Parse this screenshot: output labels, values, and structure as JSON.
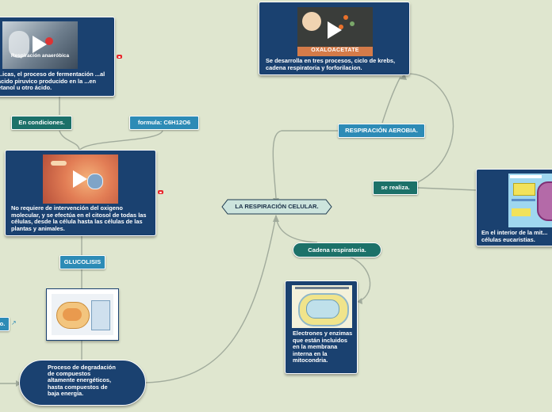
{
  "central": {
    "label": "LA RESPIRACIÓN CELULAR."
  },
  "topics": {
    "anaerobic_video": {
      "title": "Respiración anaeróbica"
    },
    "anaerobic_text": "...icas, el proceso de fermentación ...al ácido piruvico producido en la ...en etanol u otro ácido.",
    "conditions": "En condiciones.",
    "formula": "formula: C6H12O6",
    "glycolysis_text": "No requiere de intervención del oxigeno molecular, y se efectúa en el citosol de todas las células, desde la célula hasta las células de las plantas y animales.",
    "glycolysis": "GLUCOLISIS",
    "left_chip": "o.",
    "process_text": "Proceso de degradación de compuestos altamente energéticos, hasta compuestos de baja energía.",
    "krebs_video": {
      "caption": "OXALOACETATE"
    },
    "krebs_text": "Se desarrolla en tres procesos, ciclo de krebs, cadena respiratoria y forforilacion.",
    "aerobic": "RESPIRACIÓN AEROBIA.",
    "se_realiza": "se realiza.",
    "mito_text": "En el interior de la mit... células eucaristias.",
    "chain": "Cadena respiratoria.",
    "chain_text": "Electrones y enzimas que están incluidos en la membrana interna en la mitocondria."
  },
  "colors": {
    "background": "#dfe6cf",
    "card": "#1a4170",
    "teal_chip": "#1c7169",
    "blue_chip": "#2d8bb6",
    "central_fill": "#cce4dd",
    "link": "#a1ab9c"
  }
}
